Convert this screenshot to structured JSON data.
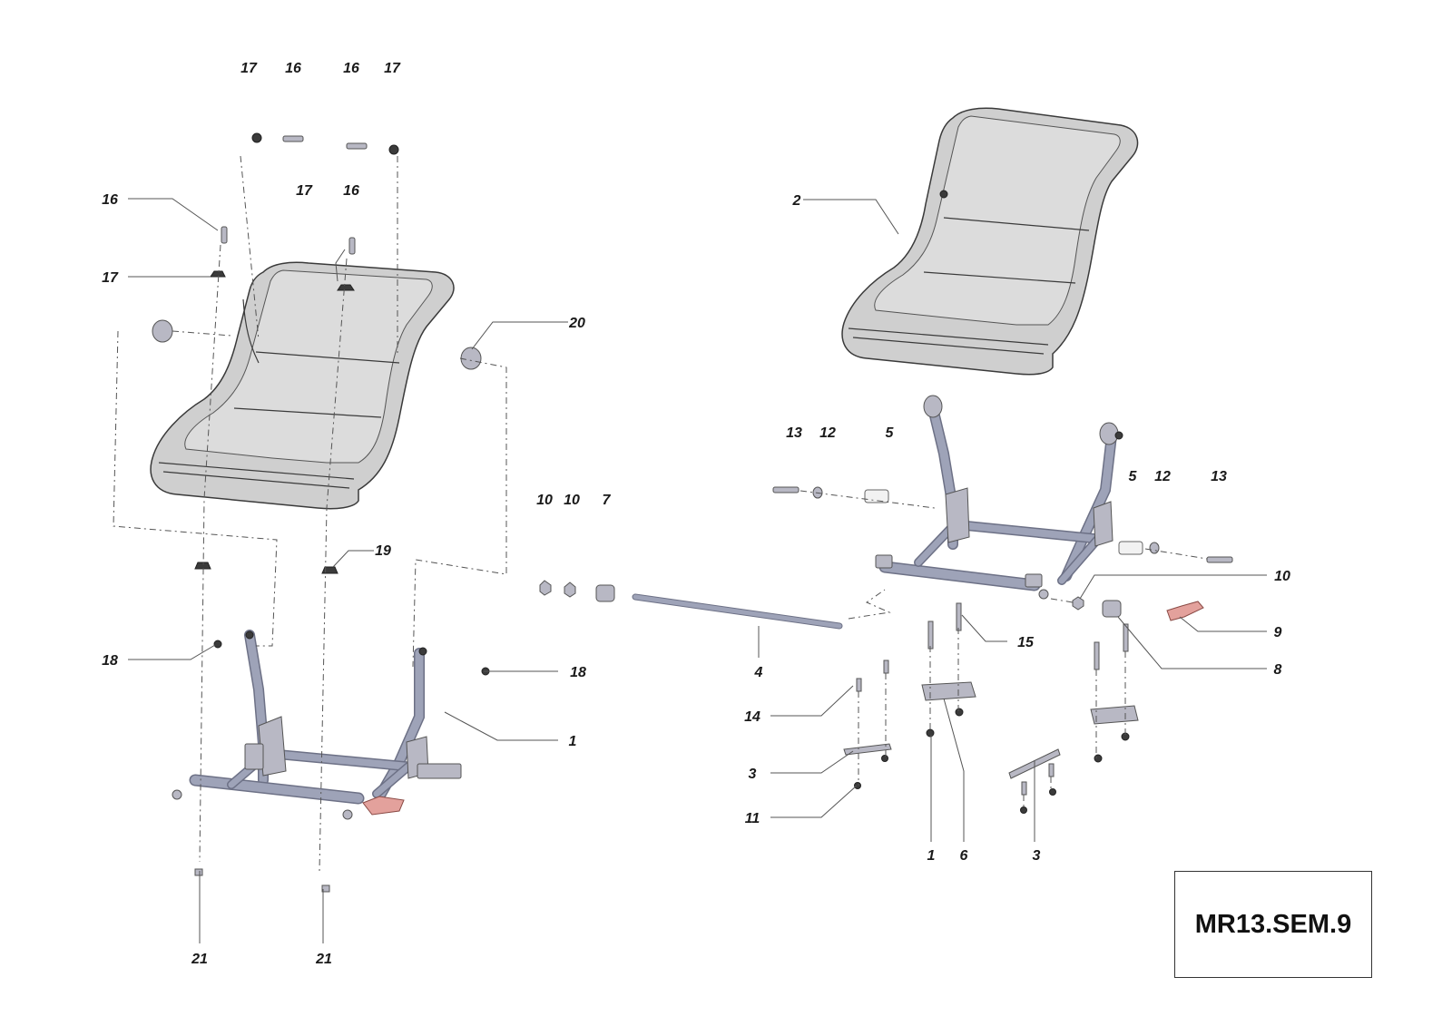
{
  "drawing_code": "MR13.SEM.9",
  "callouts": [
    {
      "id": "c-17-a",
      "text": "17"
    },
    {
      "id": "c-16-a",
      "text": "16"
    },
    {
      "id": "c-16-b",
      "text": "16"
    },
    {
      "id": "c-17-b",
      "text": "17"
    },
    {
      "id": "c-16-c",
      "text": "16"
    },
    {
      "id": "c-17-c",
      "text": "17"
    },
    {
      "id": "c-16-d",
      "text": "16"
    },
    {
      "id": "c-17-d",
      "text": "17"
    },
    {
      "id": "c-20",
      "text": "20"
    },
    {
      "id": "c-19",
      "text": "19"
    },
    {
      "id": "c-18-a",
      "text": "18"
    },
    {
      "id": "c-18-b",
      "text": "18"
    },
    {
      "id": "c-1-a",
      "text": "1"
    },
    {
      "id": "c-21-a",
      "text": "21"
    },
    {
      "id": "c-21-b",
      "text": "21"
    },
    {
      "id": "c-10-a",
      "text": "10"
    },
    {
      "id": "c-10-b",
      "text": "10"
    },
    {
      "id": "c-7",
      "text": "7"
    },
    {
      "id": "c-4",
      "text": "4"
    },
    {
      "id": "c-2",
      "text": "2"
    },
    {
      "id": "c-13-a",
      "text": "13"
    },
    {
      "id": "c-12-a",
      "text": "12"
    },
    {
      "id": "c-5-a",
      "text": "5"
    },
    {
      "id": "c-5-b",
      "text": "5"
    },
    {
      "id": "c-12-b",
      "text": "12"
    },
    {
      "id": "c-13-b",
      "text": "13"
    },
    {
      "id": "c-10-c",
      "text": "10"
    },
    {
      "id": "c-9",
      "text": "9"
    },
    {
      "id": "c-8",
      "text": "8"
    },
    {
      "id": "c-15",
      "text": "15"
    },
    {
      "id": "c-14",
      "text": "14"
    },
    {
      "id": "c-3-a",
      "text": "3"
    },
    {
      "id": "c-11",
      "text": "11"
    },
    {
      "id": "c-1-b",
      "text": "1"
    },
    {
      "id": "c-6",
      "text": "6"
    },
    {
      "id": "c-3-b",
      "text": "3"
    }
  ],
  "colors": {
    "seat_fill": "#cfcfcf",
    "frame_tube": "#9ea3b8",
    "lever": "#e3a19c",
    "outline": "#3a3a3a"
  }
}
